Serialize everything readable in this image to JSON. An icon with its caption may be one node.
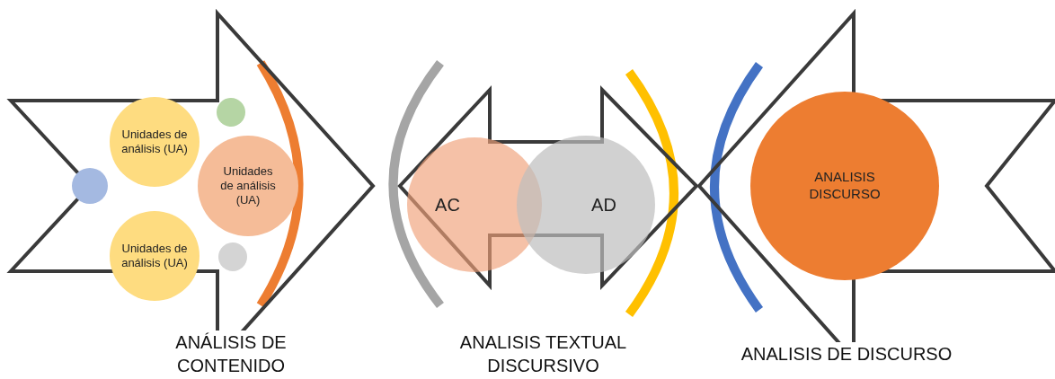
{
  "diagram": {
    "nodes": [
      {
        "text": [
          "ANÁLISIS DE CONTENIDO"
        ]
      },
      {
        "text": [],
        "shape": "circle",
        "in": 0
      },
      {
        "text": [
          "Unidades de análisis (UA)"
        ],
        "in": 0
      },
      {
        "text": [],
        "shape": "circle",
        "in": 0
      },
      {
        "text": [
          "Unidades de análisis (UA)"
        ],
        "in": 0
      },
      {
        "text": [
          "Unidades de análisis (UA)"
        ],
        "in": 0
      },
      {
        "text": [],
        "shape": "circle",
        "in": 0
      },
      {
        "text": [
          "ANALISIS TEXTUAL DISCURSIVO"
        ]
      },
      {
        "text": [
          "AC"
        ],
        "in": 7
      },
      {
        "text": [
          "AD"
        ],
        "in": 7
      },
      {
        "text": [
          "ANALISIS DE DISCURSO"
        ]
      },
      {
        "text": [
          "ANALISIS DISCURSO"
        ],
        "in": 10
      }
    ],
    "edges": []
  }
}
